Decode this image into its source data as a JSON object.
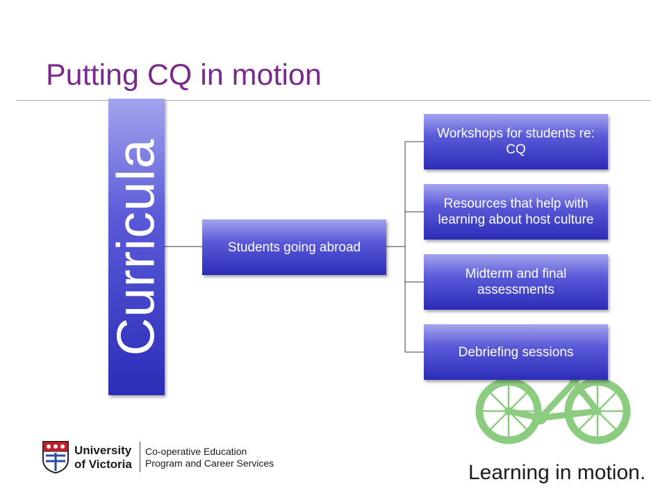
{
  "slide": {
    "title": "Putting CQ in motion",
    "tagline": "Learning in motion."
  },
  "diagram": {
    "root": "Curricula",
    "middle": "Students going abroad",
    "leaves": [
      "Workshops for students re: CQ",
      "Resources that help with learning about host culture",
      "Midterm and final assessments",
      "Debriefing sessions"
    ]
  },
  "logo": {
    "line1": "University",
    "line2": "of Victoria",
    "dept1": "Co-operative Education",
    "dept2": "Program and Career Services"
  },
  "colors": {
    "title": "#7a2a8c",
    "box_top": "#a4a4ee",
    "box_bottom": "#2c2cb8",
    "bike": "#8ccc80"
  }
}
